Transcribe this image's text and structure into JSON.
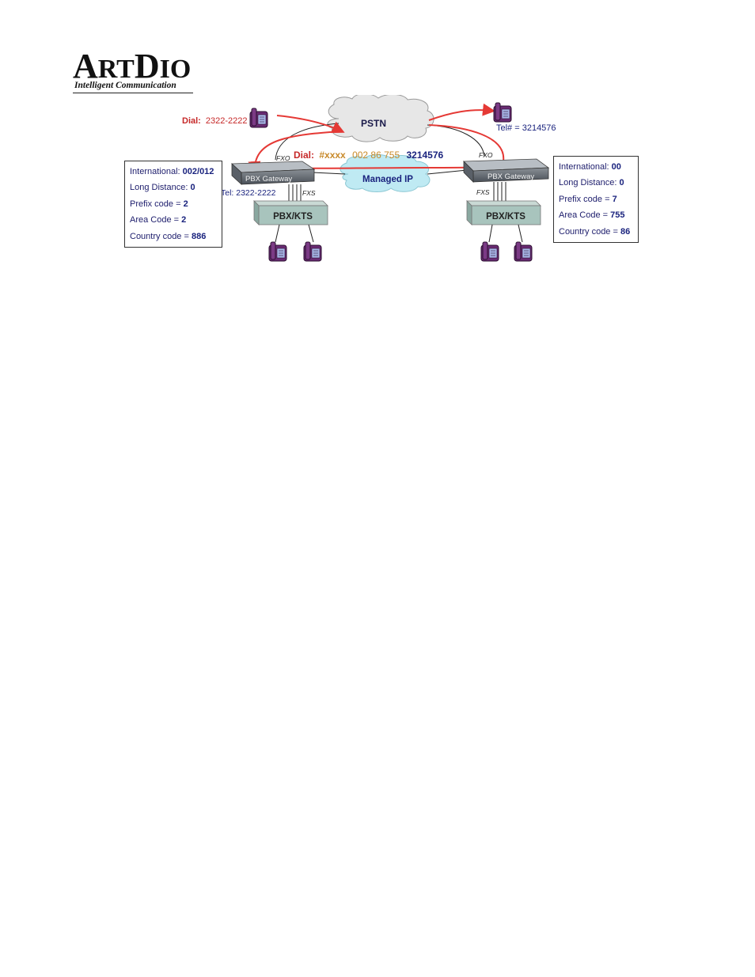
{
  "logo": {
    "brand_big_a": "A",
    "brand_small_rt": "RT",
    "brand_big_d": "D",
    "brand_small_io": "IO",
    "tagline": "Intelligent Communication"
  },
  "diagram": {
    "pstn_label": "PSTN",
    "managed_ip_label": "Managed IP",
    "left_dial_prefix": "Dial:",
    "left_dial_number": "2322-2222",
    "right_tel": "Tel# = 3214576",
    "center_dial": {
      "prefix": "Dial:",
      "access": "#xxxx",
      "codes": "002 86 755",
      "number": "3214576"
    },
    "left_gateway_label": "PBX Gateway",
    "right_gateway_label": "PBX Gateway",
    "left_fxo": "FXO",
    "right_fxo": "FXO",
    "left_fxs": "FXS",
    "right_fxs": "FXS",
    "left_gateway_tel": "Tel: 2322-2222",
    "left_pbx_label": "PBX/KTS",
    "right_pbx_label": "PBX/KTS"
  },
  "left_box": {
    "rows": [
      {
        "label": "International: ",
        "value": "002/012"
      },
      {
        "label": "Long Distance: ",
        "value": "0"
      },
      {
        "label": "Prefix code = ",
        "value": "2"
      },
      {
        "label": "Area Code =  ",
        "value": "2"
      },
      {
        "label": "Country code = ",
        "value": "886"
      }
    ]
  },
  "right_box": {
    "rows": [
      {
        "label": "International: ",
        "value": "00"
      },
      {
        "label": "Long Distance: ",
        "value": "0"
      },
      {
        "label": "Prefix code = ",
        "value": "7"
      },
      {
        "label": "Area Code =  ",
        "value": "755"
      },
      {
        "label": "Country code = ",
        "value": "86"
      }
    ]
  },
  "colors": {
    "red_line": "#e53935",
    "dark_red_text": "#c62828",
    "orange_text": "#c88a2a",
    "blue_text": "#1a237e",
    "cloud_fill": "#e7e7e7",
    "ip_cloud_fill": "#bfeaf3",
    "phone_color": "#6a2b73",
    "pbx_fill": "#a8c4bd"
  }
}
